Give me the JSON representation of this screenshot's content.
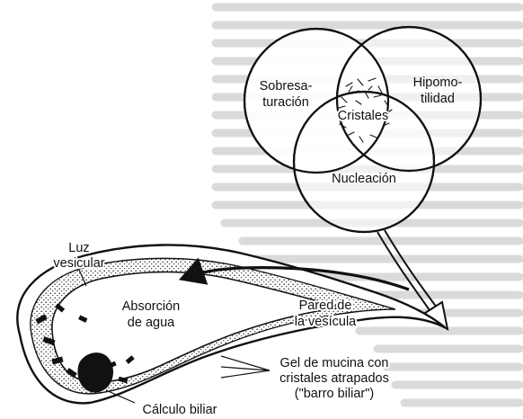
{
  "venn": {
    "left": [
      "Sobresa-",
      "turación"
    ],
    "right": [
      "Hipomo-",
      "tilidad"
    ],
    "center": "Cristales",
    "bottom": "Nucleación"
  },
  "gallbladder": {
    "lumen": [
      "Luz",
      "vesicular"
    ],
    "absorption": [
      "Absorción",
      "de agua"
    ],
    "wall": [
      "Pared de",
      "la vesícula"
    ],
    "mucin_gel": [
      "Gel de mucina con",
      "cristales atrapados",
      "(\"barro biliar\")"
    ],
    "stone": "Cálculo biliar"
  },
  "colors": {
    "ink": "#111111",
    "background_text": "#bdbdbd",
    "paper": "#ffffff"
  }
}
